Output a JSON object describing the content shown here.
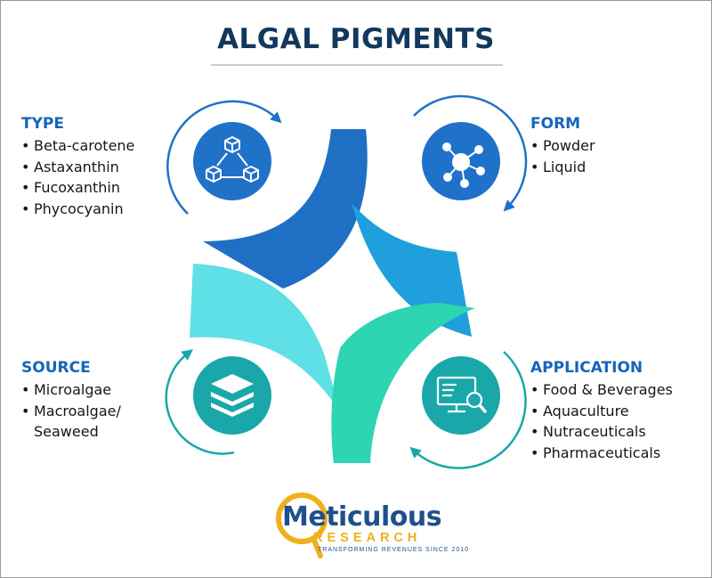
{
  "title": "ALGAL PIGMENTS",
  "quadrants": {
    "type": {
      "heading": "TYPE",
      "items": [
        "Beta-carotene",
        "Astaxanthin",
        "Fucoxanthin",
        "Phycocyanin"
      ],
      "icon": "cubes-network-icon"
    },
    "form": {
      "heading": "FORM",
      "items": [
        "Powder",
        "Liquid"
      ],
      "icon": "molecule-icon"
    },
    "source": {
      "heading": "SOURCE",
      "items": [
        "Microalgae",
        "Macroalgae/",
        "Seaweed"
      ],
      "icon": "layers-icon"
    },
    "application": {
      "heading": "APPLICATION",
      "items": [
        "Food & Beverages",
        "Aquaculture",
        "Nutraceuticals",
        "Pharmaceuticals"
      ],
      "icon": "monitor-search-icon"
    }
  },
  "logo": {
    "word": "Meticulous",
    "sub": "RESEARCH",
    "tagline": "TRANSFORMING REVENUES SINCE 2010"
  },
  "colors": {
    "title": "#13385e",
    "heading": "#1565b8",
    "dark_blue": "#1f6fc4",
    "sky_blue": "#1f9fdb",
    "light_cyan": "#5fe0e6",
    "teal": "#2dd5b2",
    "icon_blue": "#1f72c8",
    "icon_teal": "#1aa7a9",
    "logo_gold": "#f0b01c"
  }
}
